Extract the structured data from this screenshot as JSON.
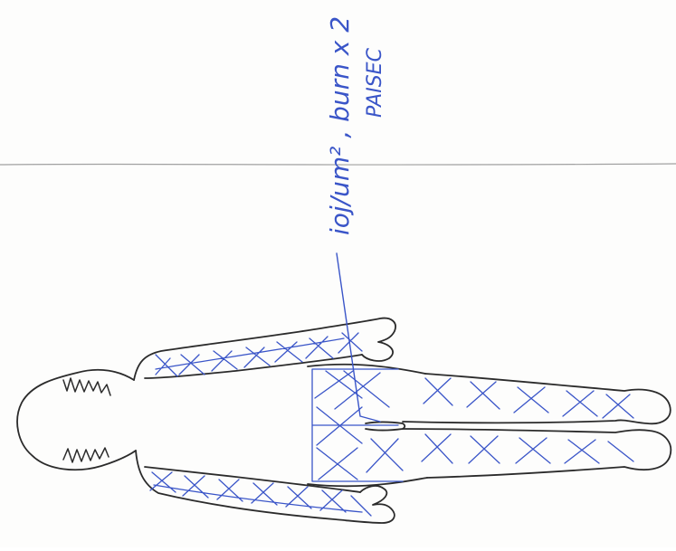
{
  "document": {
    "type": "hand-drawn body diagram (scanned, rotated 90 degrees)",
    "annotation": {
      "line1": "ioj/um² , burn x 2",
      "line2": "PAISEC"
    }
  },
  "colors": {
    "paper": "#fdfdfc",
    "body_outline": "#2b2b2b",
    "ink_blue": "#3a55c8",
    "fold_line": "#8a8a8a"
  }
}
